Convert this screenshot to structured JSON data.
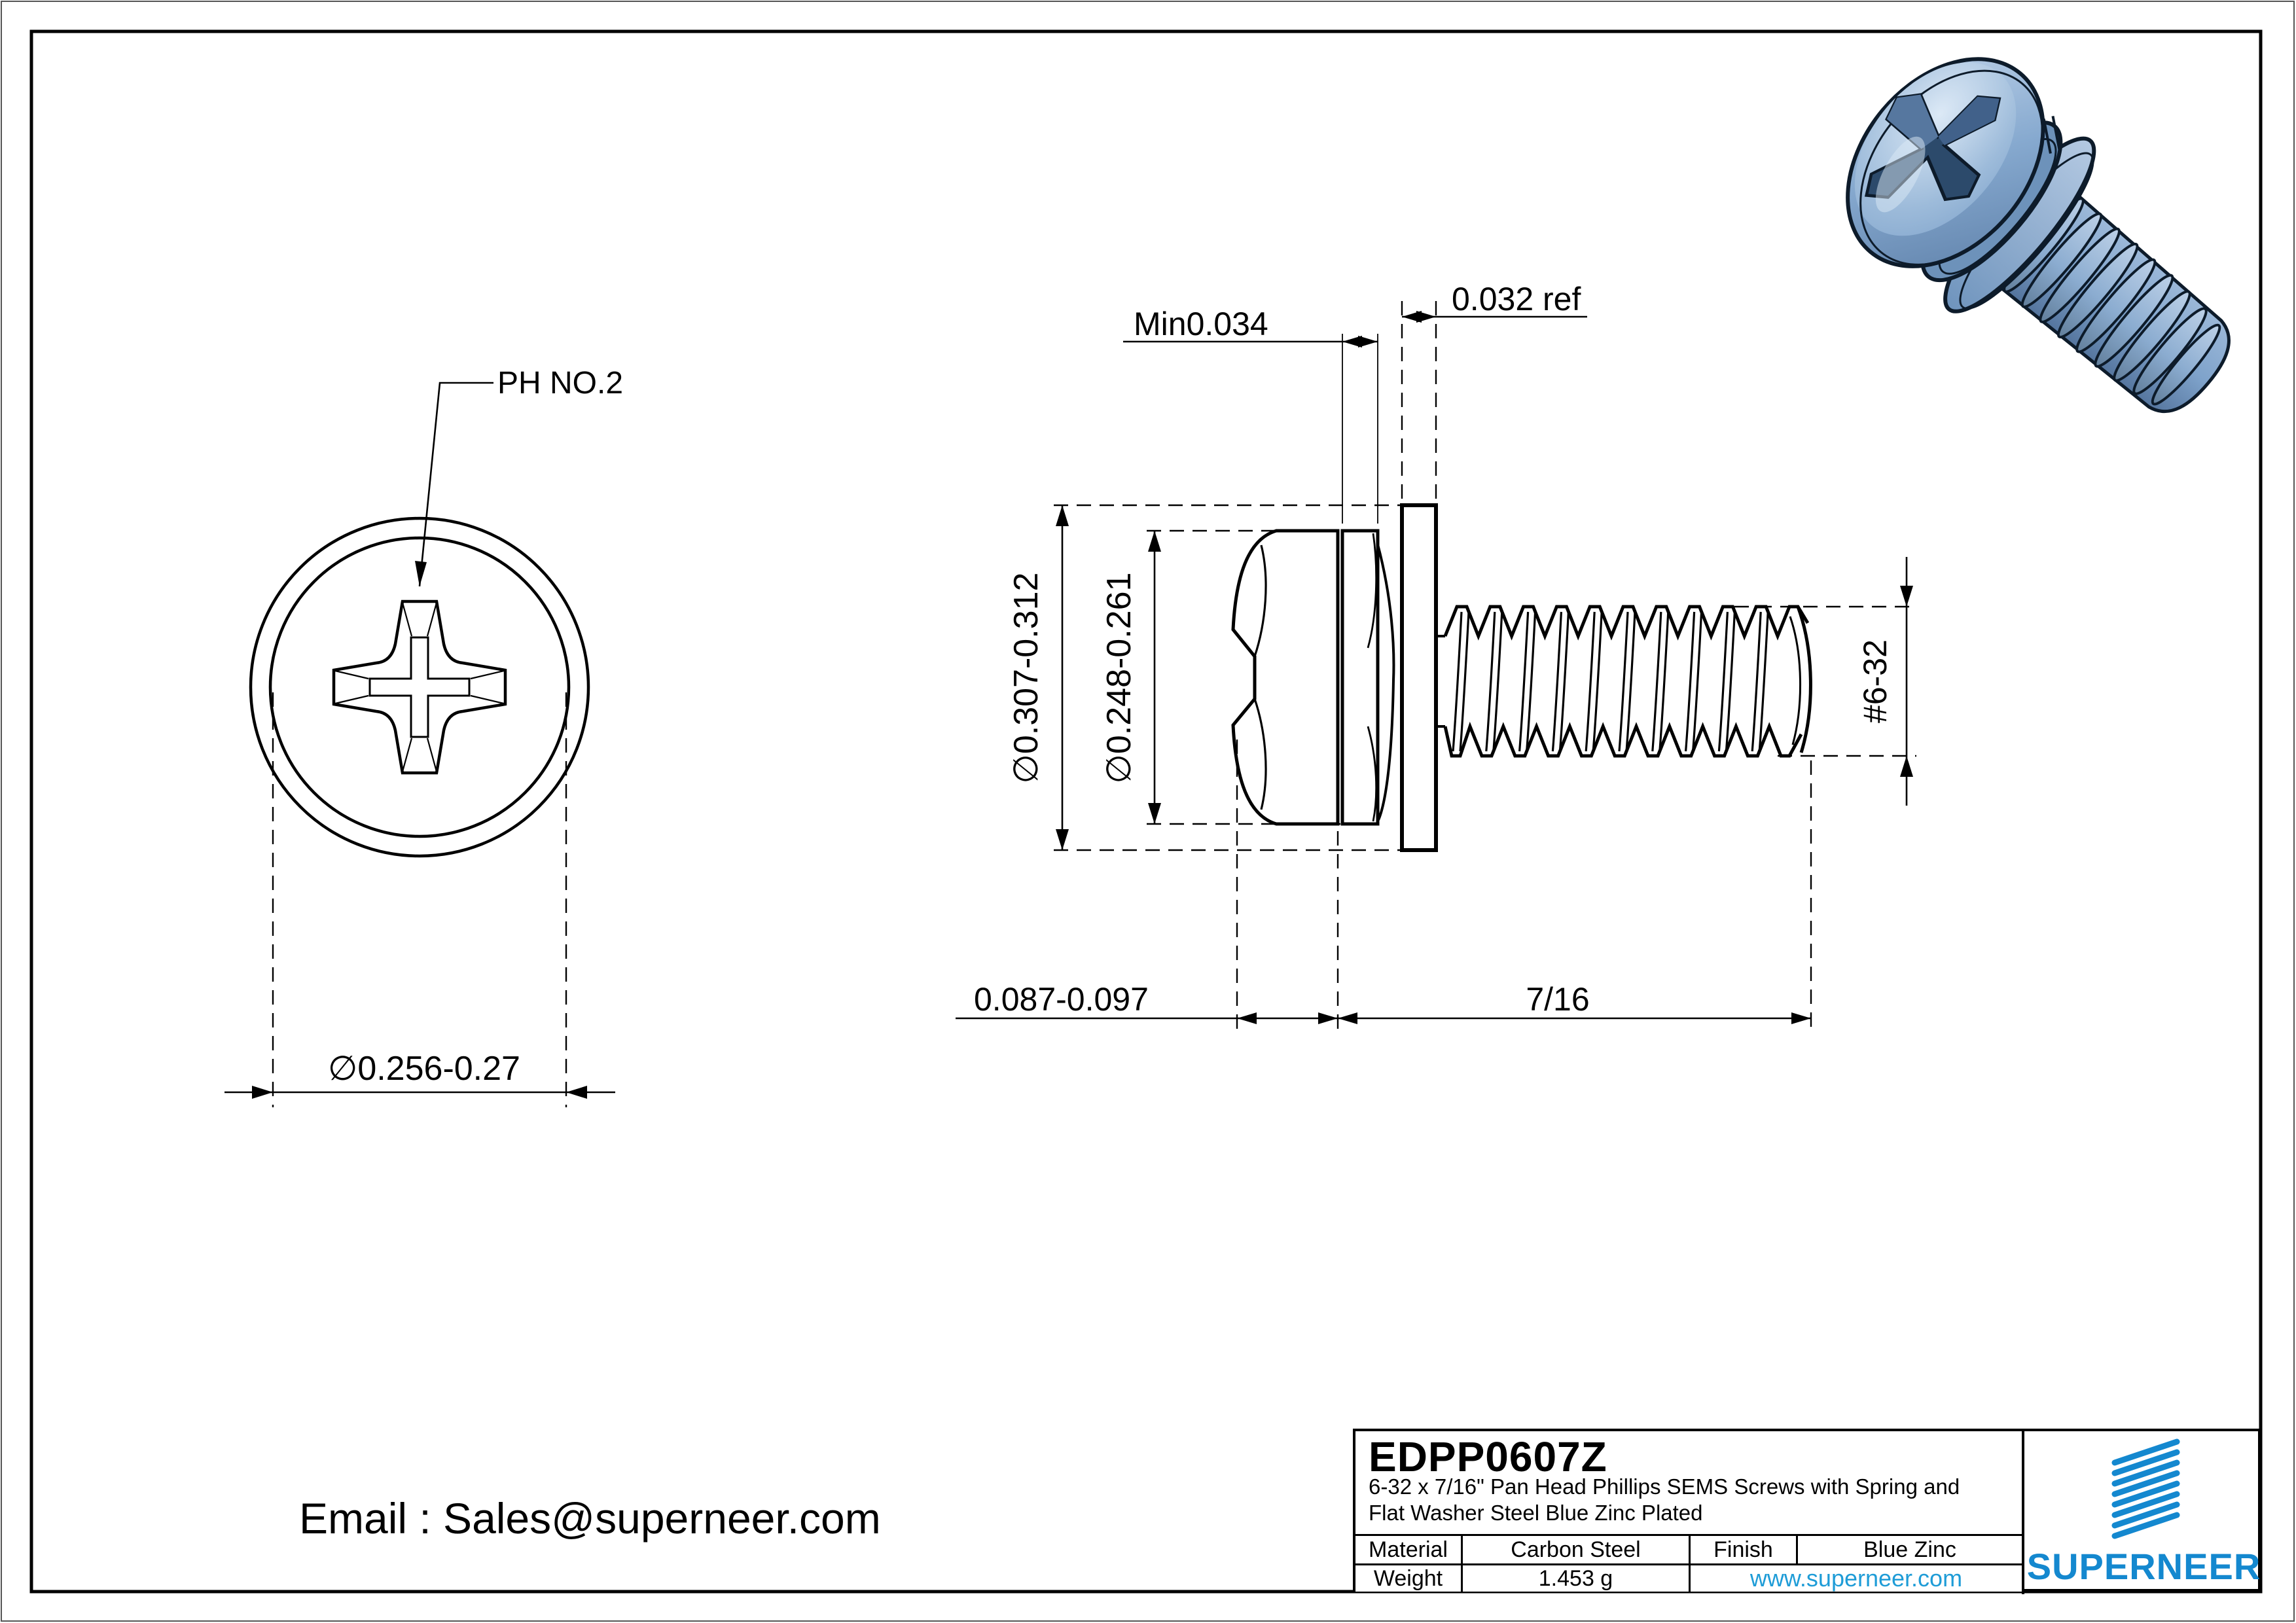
{
  "page": {
    "border_color": "#000000",
    "background": "#ffffff",
    "accent_blue": "#1488cf",
    "link_blue": "#1e9cd7",
    "steel_body": "#7fa3cb",
    "steel_shade": "#54749b",
    "steel_dark": "#2c4a6b",
    "steel_light": "#d8e6f4"
  },
  "front_view": {
    "recess_label": "PH NO.2",
    "diameter_dim": "∅0.256-0.27"
  },
  "side_view": {
    "spring_min_dim": "Min0.034",
    "washer_ref_dim": "0.032 ref",
    "washer_od_dim": "∅0.307-0.312",
    "head_od_dim": "∅0.248-0.261",
    "head_height_dim": "0.087-0.097",
    "thread_length_dim": "7/16",
    "thread_size_dim": "#6-32"
  },
  "footer": {
    "email": "Email : Sales@superneer.com"
  },
  "title_block": {
    "part_number": "EDPP0607Z",
    "description_line1": "6-32 x 7/16\" Pan Head Phillips SEMS Screws with Spring and",
    "description_line2": "Flat Washer Steel Blue Zinc Plated",
    "material_label": "Material",
    "material_value": "Carbon Steel",
    "finish_label": "Finish",
    "finish_value": "Blue Zinc",
    "weight_label": "Weight",
    "weight_value": "1.453 g",
    "website": "www.superneer.com",
    "brand": "SUPERNEER"
  }
}
